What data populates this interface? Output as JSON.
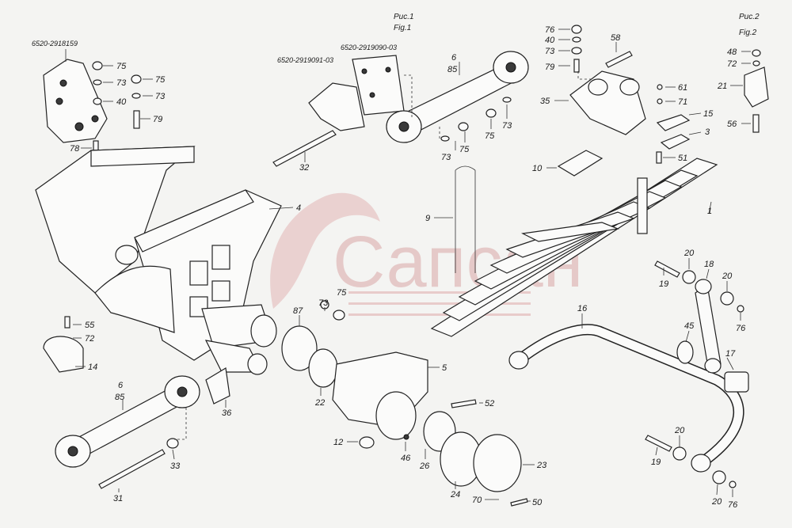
{
  "figures": {
    "fig1_ru": "Рис.1",
    "fig1_en": "Fig.1",
    "fig2_ru": "Рис.2",
    "fig2_en": "Fig.2"
  },
  "part_codes": {
    "bracket_left": "6520-2918159",
    "bracket_mid_a": "6520-2919091-03",
    "bracket_mid_b": "6520-2919090-03"
  },
  "watermark": "Сапсан",
  "callouts": {
    "c75a": "75",
    "c73a": "73",
    "c75b": "75",
    "c73b": "73",
    "c40a": "40",
    "c79a": "79",
    "c78": "78",
    "c6a": "6",
    "c85a": "85",
    "c73c": "73",
    "c75c": "75",
    "c75d": "75",
    "c73d": "73",
    "c32": "32",
    "c76a": "76",
    "c40b": "40",
    "c73e": "73",
    "c79b": "79",
    "c58": "58",
    "c35": "35",
    "c61": "61",
    "c71": "71",
    "c15": "15",
    "c3": "3",
    "c51": "51",
    "c10": "10",
    "c48": "48",
    "c72a": "72",
    "c21": "21",
    "c56": "56",
    "c4": "4",
    "c9": "9",
    "c1": "1",
    "c87": "87",
    "c73f": "73",
    "c75e": "75",
    "c55": "55",
    "c72b": "72",
    "c14": "14",
    "c36": "36",
    "c22": "22",
    "c5": "5",
    "c6b": "6",
    "c85b": "85",
    "c33": "33",
    "c31": "31",
    "c12": "12",
    "c46": "46",
    "c26": "26",
    "c52": "52",
    "c24": "24",
    "c23": "23",
    "c70": "70",
    "c50": "50",
    "c16": "16",
    "c19a": "19",
    "c20a": "20",
    "c18": "18",
    "c20b": "20",
    "c76b": "76",
    "c45": "45",
    "c17": "17",
    "c19b": "19",
    "c20c": "20",
    "c20d": "20",
    "c76c": "76"
  }
}
